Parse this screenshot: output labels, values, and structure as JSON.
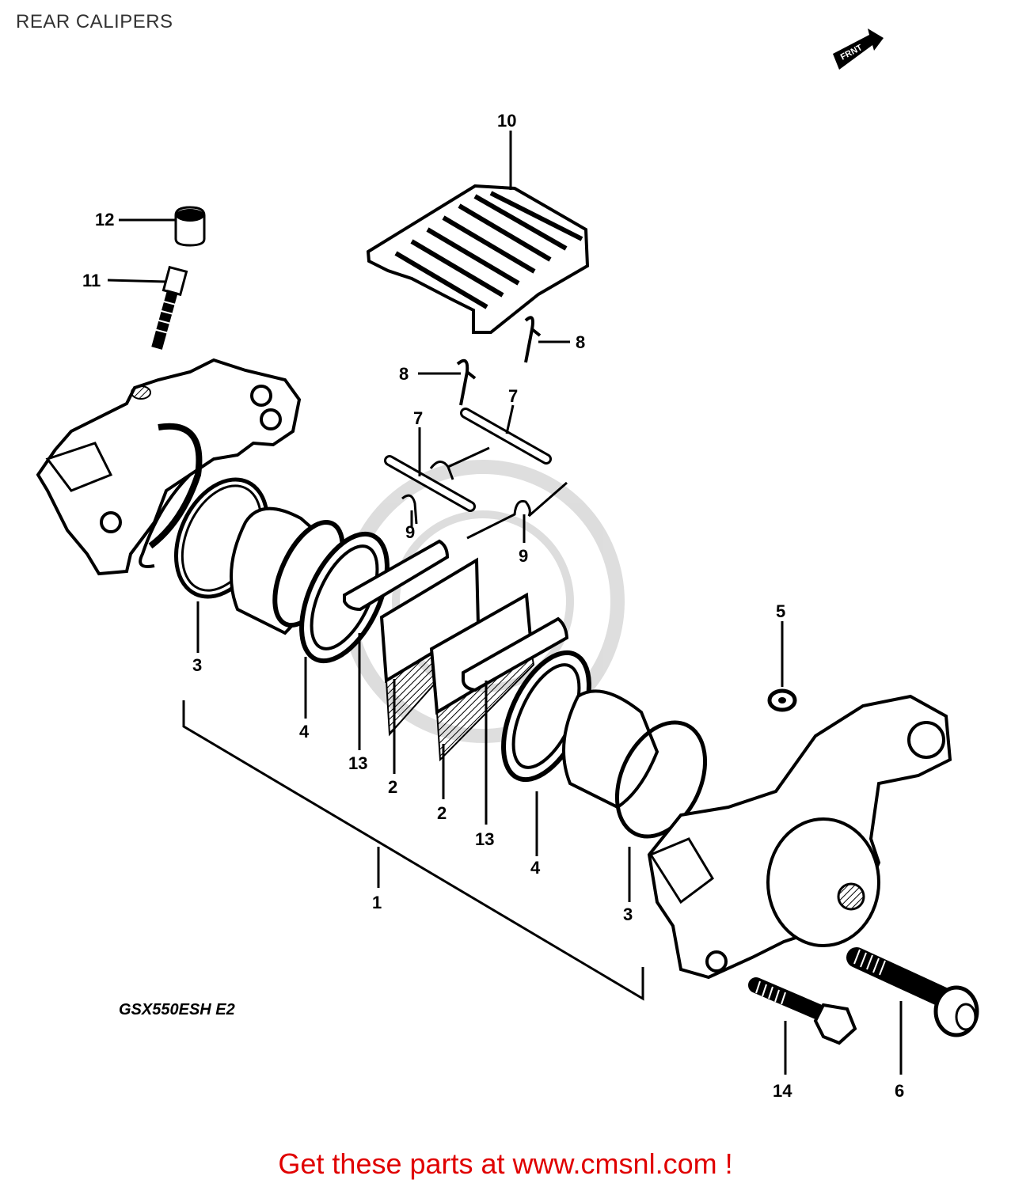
{
  "page": {
    "title": "REAR CALIPERS"
  },
  "model_code": "GSX550ESH E2",
  "callouts": {
    "p1": "1",
    "p2a": "2",
    "p2b": "2",
    "p3a": "3",
    "p3b": "3",
    "p4a": "4",
    "p4b": "4",
    "p5": "5",
    "p6": "6",
    "p7a": "7",
    "p7b": "7",
    "p8a": "8",
    "p8b": "8",
    "p9a": "9",
    "p9b": "9",
    "p10": "10",
    "p11": "11",
    "p12": "12",
    "p13a": "13",
    "p13b": "13",
    "p14": "14"
  },
  "footer": {
    "cta_text": "Get these parts at www.cmsnl.com !"
  },
  "icons": {
    "direction": "front-arrow-icon"
  }
}
